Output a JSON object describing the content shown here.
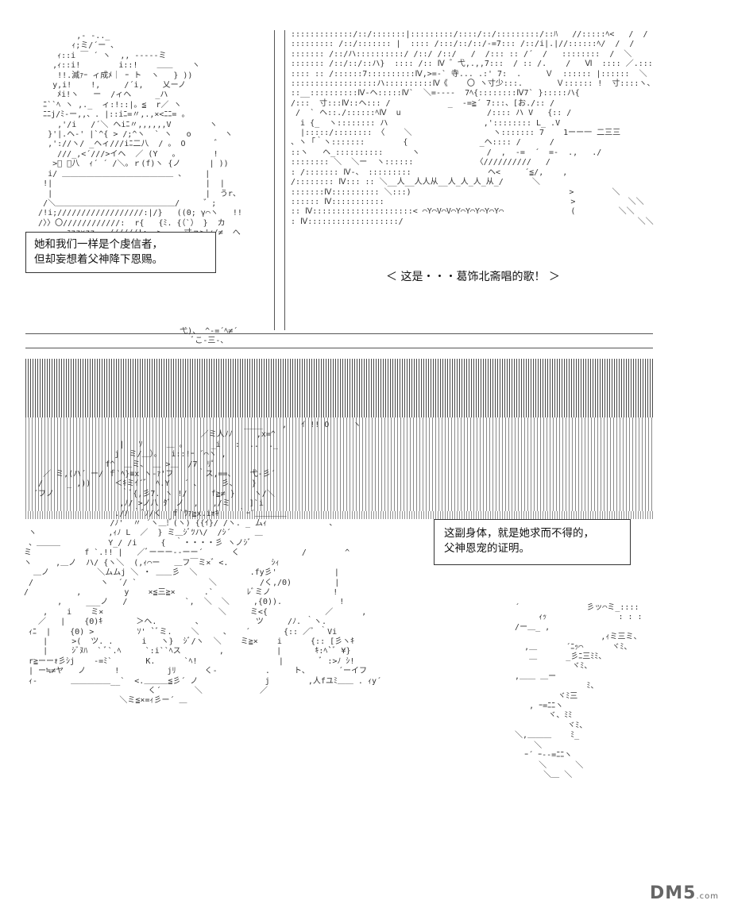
{
  "panel_top_left": {
    "bubble_lines": [
      "她和我们一样是个虔信者，",
      "但却妄想着父神降下恩赐。"
    ]
  },
  "panel_top_right": {
    "bubble_text": "＜ 这是・・・葛饰北斋唱的歌！ ＞"
  },
  "panel_bottom": {
    "bubble_lines": [
      "这副身体，就是她求而不得的，",
      "父神恩宠的证明。"
    ]
  },
  "watermark": {
    "text": "DM5",
    "suffix": ".com"
  }
}
